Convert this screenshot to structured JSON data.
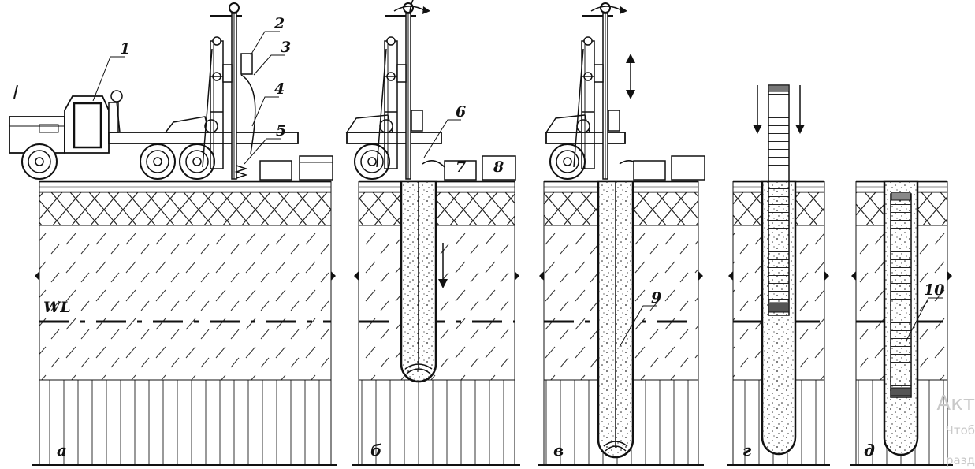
{
  "labels": {
    "n1": "1",
    "n2": "2",
    "n3": "3",
    "n4": "4",
    "n5": "5",
    "n6": "6",
    "n7": "7",
    "n8": "8",
    "n9": "9",
    "n10": "10",
    "wl": "WL"
  },
  "panels": [
    "а",
    "б",
    "в",
    "г",
    "д"
  ],
  "watermark": {
    "line1": "Акт",
    "line2": "Чтоб",
    "line3": "разд"
  }
}
